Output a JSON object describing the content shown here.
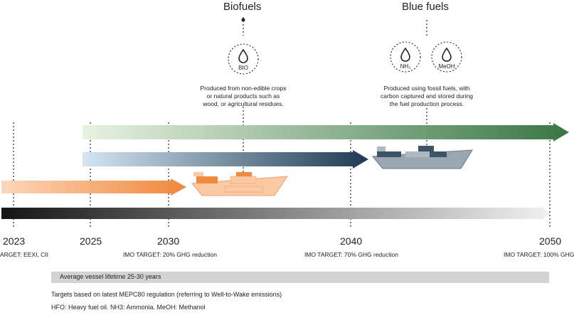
{
  "fuels": {
    "bio": {
      "title": "Biofuels",
      "icon_label": "BIO",
      "description_lines": [
        "Produced from non-edible crops",
        "or natural products such as",
        "wood, or agricultural residues."
      ]
    },
    "blue": {
      "title": "Blue fuels",
      "icons": [
        {
          "name": "ammonia-drop-icon",
          "label": "NH₃"
        },
        {
          "name": "methanol-drop-icon",
          "label": "MeOH"
        }
      ],
      "description_lines": [
        "Produced using fossil fuels, with",
        "carbon captured and stored during",
        "the fuel production process."
      ]
    }
  },
  "timeline": {
    "years": [
      "2023",
      "2025",
      "2030",
      "2040",
      "2050"
    ],
    "targets": {
      "2023": "ARGET: EEXI, CII",
      "2030": "IMO TARGET: 20% GHG reduction",
      "2040": "IMO TARGET: 70% GHG reduction",
      "2050": "IMO TARGET: 100% GHG"
    }
  },
  "lifetime_label": "Average vessel lifetime 25-30 years",
  "footnotes": [
    "Targets based on latest MEPC80 regulation (referring to Well-to-Wake emissions)",
    "HFO: Heavy fuel oil. NH3: Ammonia. MeOH: Methanol"
  ],
  "colors": {
    "green_dark": "#3a7745",
    "green_light": "#e6f0de",
    "blue_dark": "#1e3a52",
    "blue_light": "#cfe2f2",
    "orange_dark": "#f08a3e",
    "orange_light": "#fbd3b5",
    "black": "#1a1a1a",
    "grey_light": "#efefef"
  }
}
